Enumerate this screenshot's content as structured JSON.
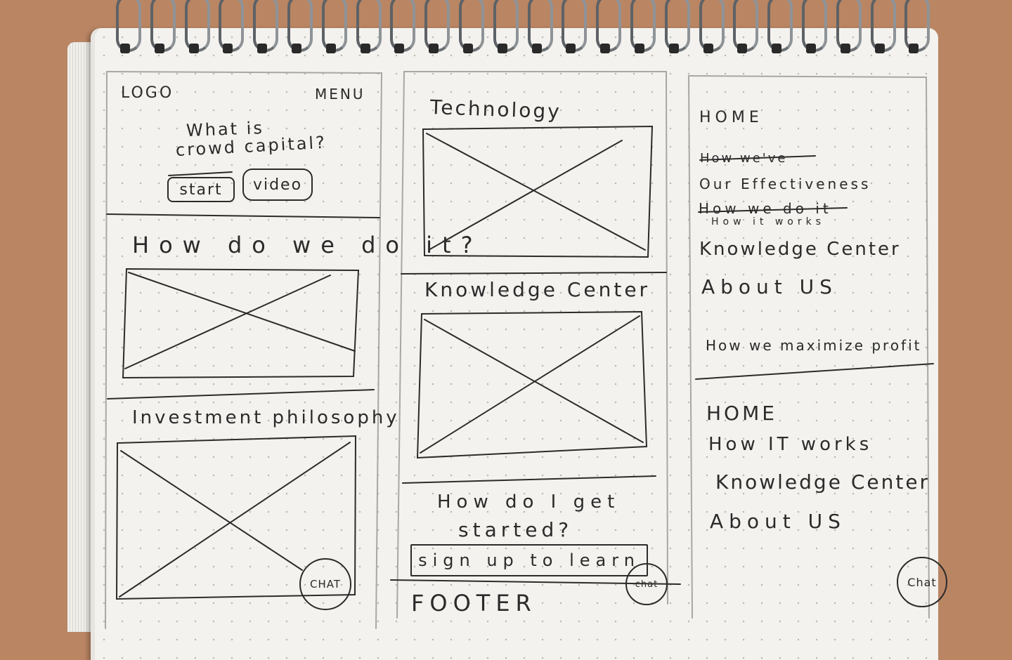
{
  "column1": {
    "logo": "LOGO",
    "menu": "MENU",
    "hero_line1": "What is",
    "hero_line2": "crowd capital?",
    "start_button": "start",
    "video_button": "video",
    "section1_title": "How do we do it?",
    "section2_title": "Investment philosophy",
    "chat": "CHAT"
  },
  "column2": {
    "section1_title": "Technology",
    "section2_title": "Knowledge Center",
    "cta_line1": "How do I get",
    "cta_line2": "started?",
    "signup_button": "sign up to learn",
    "footer": "FOOTER",
    "chat": "chat"
  },
  "column3": {
    "menu_open": [
      "HOME",
      "How we've",
      "Our Effectiveness",
      "How we do it",
      "How it works",
      "Knowledge Center",
      "About US",
      "How we maximize profit"
    ],
    "menu_final": [
      "HOME",
      "How IT works",
      "Knowledge Center",
      "About US"
    ],
    "chat": "Chat"
  }
}
